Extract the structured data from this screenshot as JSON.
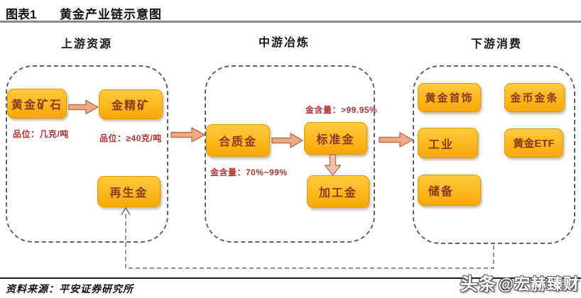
{
  "header": {
    "figure_label": "图表1",
    "title": "黄金产业链示意图"
  },
  "sections": {
    "upstream": {
      "title": "上游资源"
    },
    "midstream": {
      "title": "中游冶炼"
    },
    "downstream": {
      "title": "下游消费"
    }
  },
  "nodes": {
    "gold_ore": "黄金矿石",
    "gold_concentrate": "金精矿",
    "recycled_gold": "再生金",
    "alloy_gold": "合质金",
    "standard_gold": "标准金",
    "processed_gold": "加工金",
    "gold_jewelry": "黄金首饰",
    "coins_bars": "金币金条",
    "industry": "工业",
    "gold_etf": "黄金ETF",
    "reserves": "储备"
  },
  "annotations": {
    "ore_grade": "品位：几克/吨",
    "concentrate_grade": "品位：≥40克/吨",
    "alloy_content": "金含量：70%~99%",
    "standard_content": "金含量：>99.95%"
  },
  "footer": {
    "source": "资料来源：平安证券研究所"
  },
  "watermark": {
    "logo": "头条",
    "handle": "@宏赫臻财"
  },
  "colors": {
    "node_fill_top": "#ffc93c",
    "node_fill_bottom": "#f8a806",
    "node_border": "#e09a00",
    "node_text": "#8a3a20",
    "annotation_text": "#b03232",
    "arrow_fill": "#f2a983",
    "arrow_stroke": "#b5724e",
    "dash_border": "#636363",
    "header_rule": "#8a8a8a",
    "footer_rule": "#1c1c1c"
  }
}
